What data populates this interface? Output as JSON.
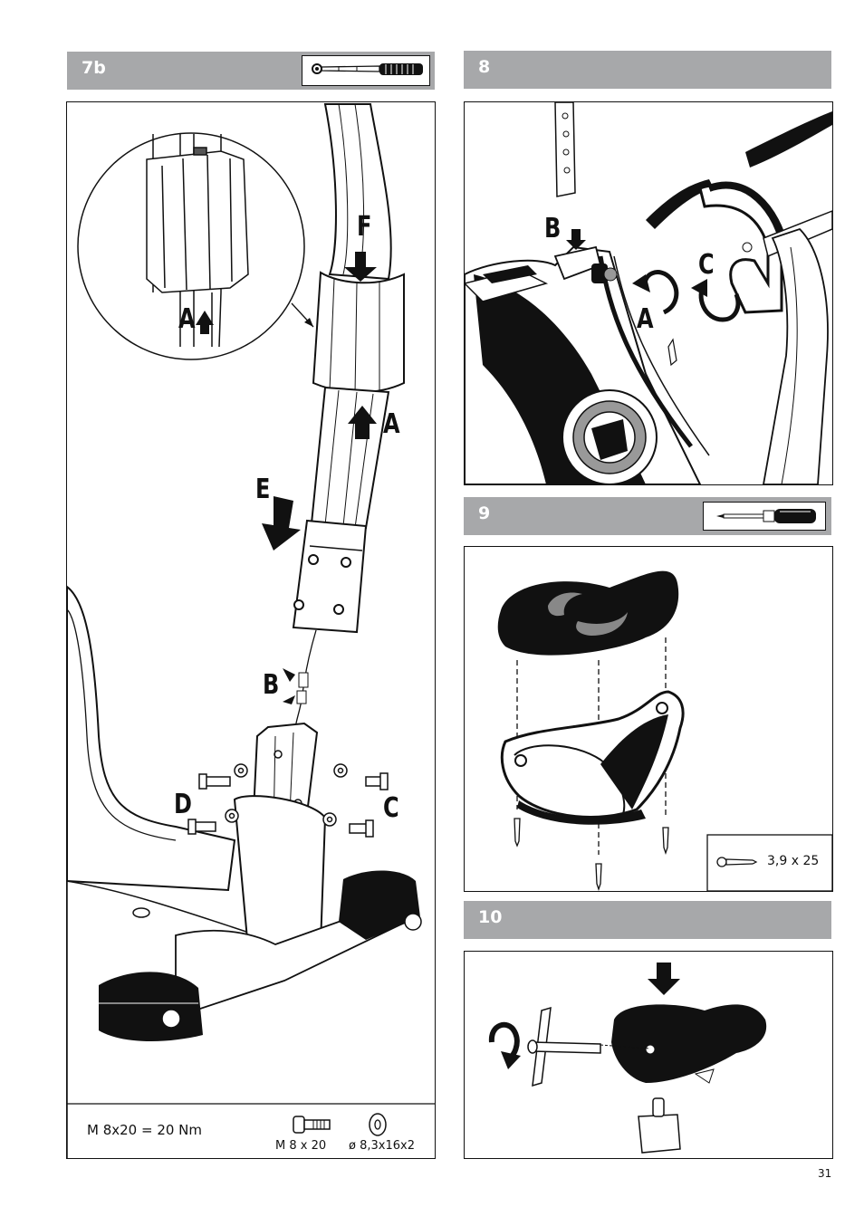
{
  "steps": {
    "s7b": {
      "number": "7b"
    },
    "s8": {
      "number": "8"
    },
    "s9": {
      "number": "9"
    },
    "s10": {
      "number": "10"
    }
  },
  "labels7b": {
    "A1": "A",
    "F": "F",
    "A2": "A",
    "E": "E",
    "B": "B",
    "D": "D",
    "C": "C"
  },
  "labels8": {
    "B": "B",
    "A": "A",
    "C": "C"
  },
  "footer7b": {
    "torque": "M 8x20 = 20 Nm",
    "bolt": "M 8 x 20",
    "washer": "ø 8,3x16x2"
  },
  "screw9": {
    "size": "3,9 x 25"
  },
  "page_number": "31"
}
